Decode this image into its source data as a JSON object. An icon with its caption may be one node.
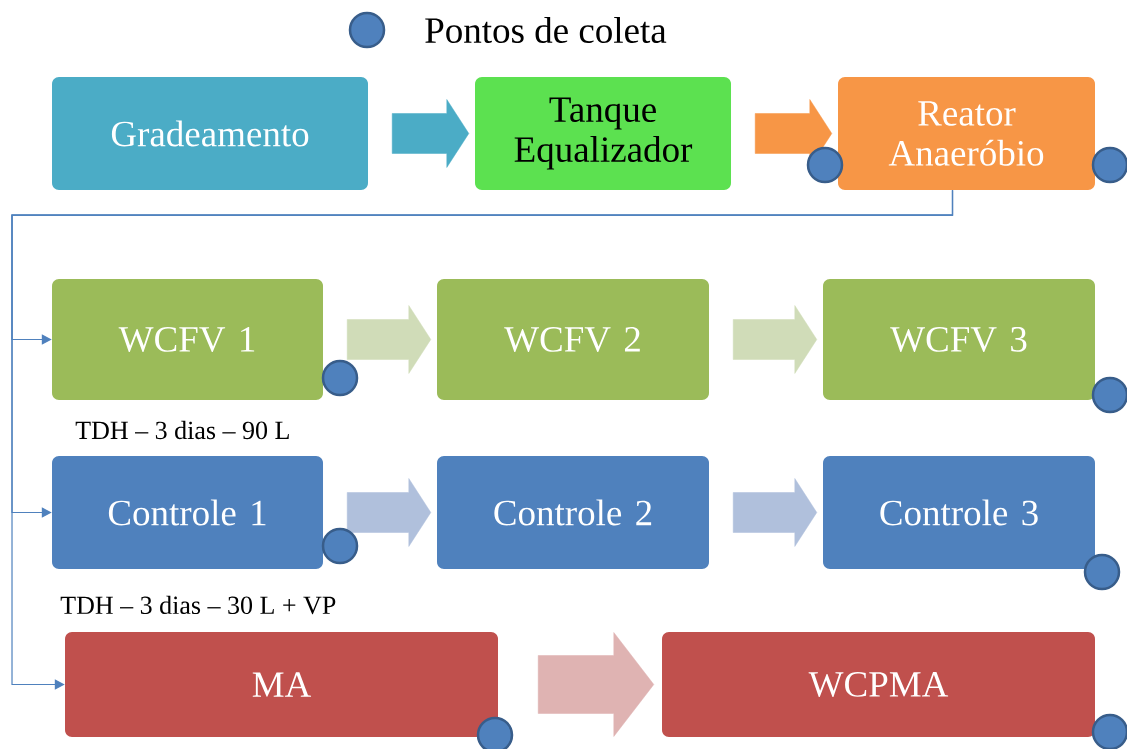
{
  "diagram": {
    "nodes": [
      {
        "text": [
          "Gradeamento"
        ]
      },
      {
        "text": [
          "Tanque Equalizador"
        ]
      },
      {
        "text": [
          "Reator Anaeróbio"
        ]
      },
      {
        "text": [
          "WCFV 1"
        ],
        "beside": [
          "TDH – 3 dias – 90 L"
        ]
      },
      {
        "text": [
          "WCFV 2"
        ]
      },
      {
        "text": [
          "WCFV 3"
        ]
      },
      {
        "text": [
          "Controle 1"
        ],
        "beside": [
          "TDH – 3 dias – 30 L + VP"
        ]
      },
      {
        "text": [
          "Controle 2"
        ]
      },
      {
        "text": [
          "Controle 3"
        ]
      },
      {
        "text": [
          "MA"
        ]
      },
      {
        "text": [
          "WCPMA"
        ]
      }
    ],
    "edges": [
      {
        "from": 0,
        "to": 1,
        "arrow": "to",
        "style": "thick",
        "color": "#4bacc6"
      },
      {
        "from": 1,
        "to": 2,
        "arrow": "to",
        "style": "thick",
        "color": "#f79646"
      },
      {
        "from": 2,
        "to": 3,
        "arrow": "to",
        "color": "#4f81bd"
      },
      {
        "from": 2,
        "to": 6,
        "arrow": "to",
        "color": "#4f81bd"
      },
      {
        "from": 2,
        "to": 9,
        "arrow": "to",
        "color": "#4f81bd"
      },
      {
        "from": 3,
        "to": 4,
        "arrow": "to",
        "style": "thick",
        "color": "#d0dcb8"
      },
      {
        "from": 4,
        "to": 5,
        "arrow": "to",
        "style": "thick",
        "color": "#d0dcb8"
      },
      {
        "from": 6,
        "to": 7,
        "arrow": "to",
        "style": "thick",
        "color": "#b0c0dc"
      },
      {
        "from": 7,
        "to": 8,
        "arrow": "to",
        "style": "thick",
        "color": "#b0c0dc"
      },
      {
        "from": 9,
        "to": 10,
        "arrow": "to",
        "style": "thick",
        "color": "#dfb3b2"
      }
    ],
    "legend": [
      {
        "text": "Pontos de coleta",
        "color": "#4f81bd"
      }
    ]
  }
}
